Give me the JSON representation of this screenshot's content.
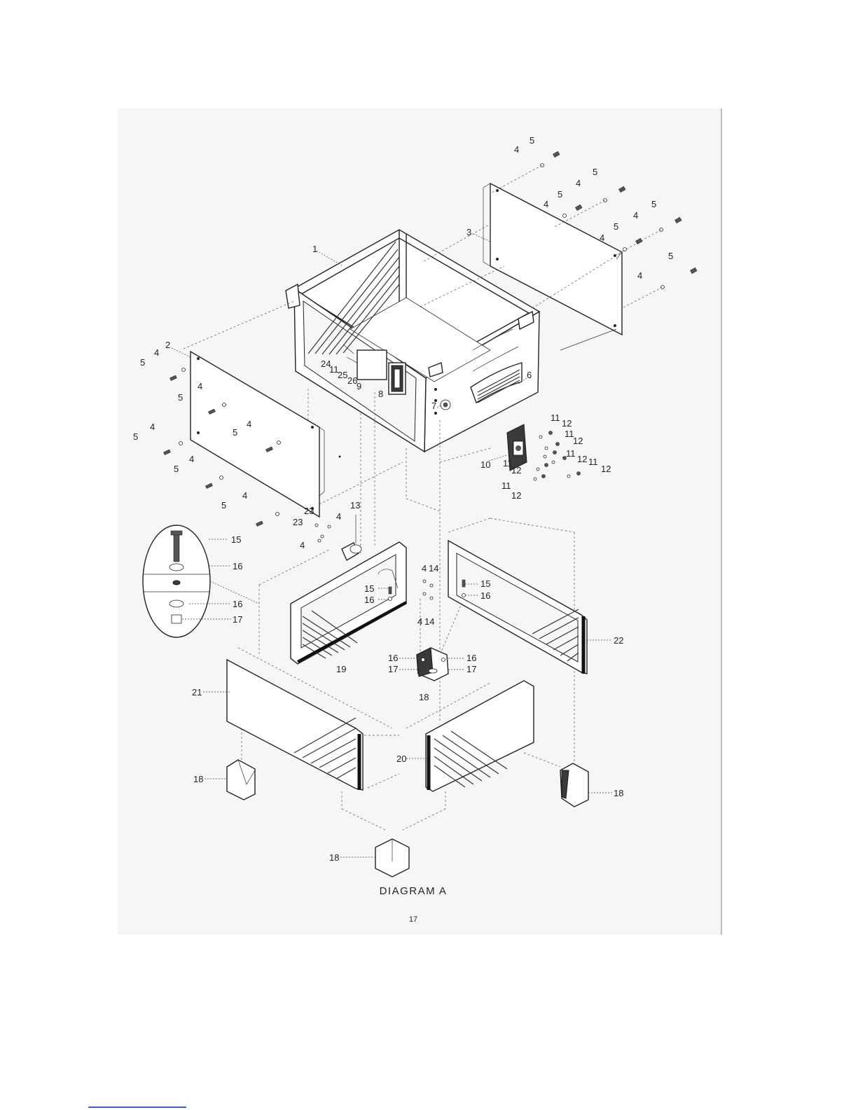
{
  "diagram": {
    "caption": "DIAGRAM A",
    "page_number": "17",
    "callouts": {
      "c1": "1",
      "c2": "2",
      "c3": "3",
      "c6": "6",
      "c7": "7",
      "c8": "8",
      "c9": "9",
      "c10": "10",
      "c13": "13",
      "c19": "19",
      "c20": "20",
      "c21": "21",
      "c22": "22",
      "c24": "24",
      "c11": "11",
      "c25": "25",
      "c26": "26",
      "c23": "23",
      "c15": "15",
      "c16": "16",
      "c17": "17",
      "c18": "18",
      "c4": "4",
      "c5": "5",
      "c12": "12",
      "c14": "14"
    }
  }
}
